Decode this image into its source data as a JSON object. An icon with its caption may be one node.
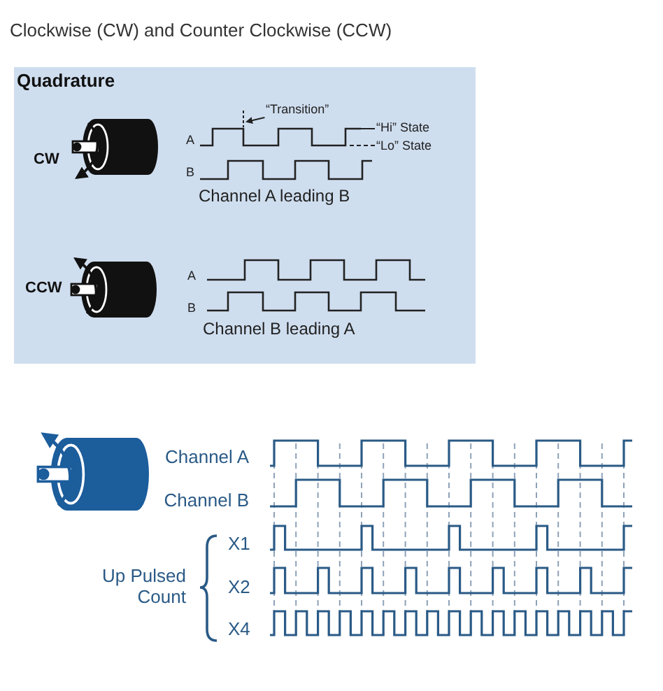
{
  "diagram": {
    "title": "Clockwise (CW) and Counter Clockwise (CCW)",
    "nodes": [
      {
        "text": [
          "Quadrature"
        ]
      },
      {
        "text": [
          "“Transition”"
        ],
        "in": 0
      },
      {
        "text": [
          "“Hi” State"
        ],
        "in": 0
      },
      {
        "text": [],
        "shape": "waveform",
        "in": 0,
        "beside": [
          "A"
        ]
      },
      {
        "text": [
          "“Lo” State"
        ],
        "in": 0
      }
    ],
    "edges": [
      {
        "from": 1,
        "to": 3,
        "arrow": "to"
      },
      {
        "from": 2,
        "to": 3,
        "arrow": "none"
      },
      {
        "from": 4,
        "to": 3,
        "arrow": "none",
        "style": "dashed"
      }
    ],
    "labels": [
      "CW",
      "B",
      "Channel A leading B",
      "CCW",
      "A",
      "B",
      "Channel B leading A",
      "Channel A",
      "Channel B",
      "X1",
      "Up Pulsed Count",
      "X2",
      "X4"
    ]
  }
}
